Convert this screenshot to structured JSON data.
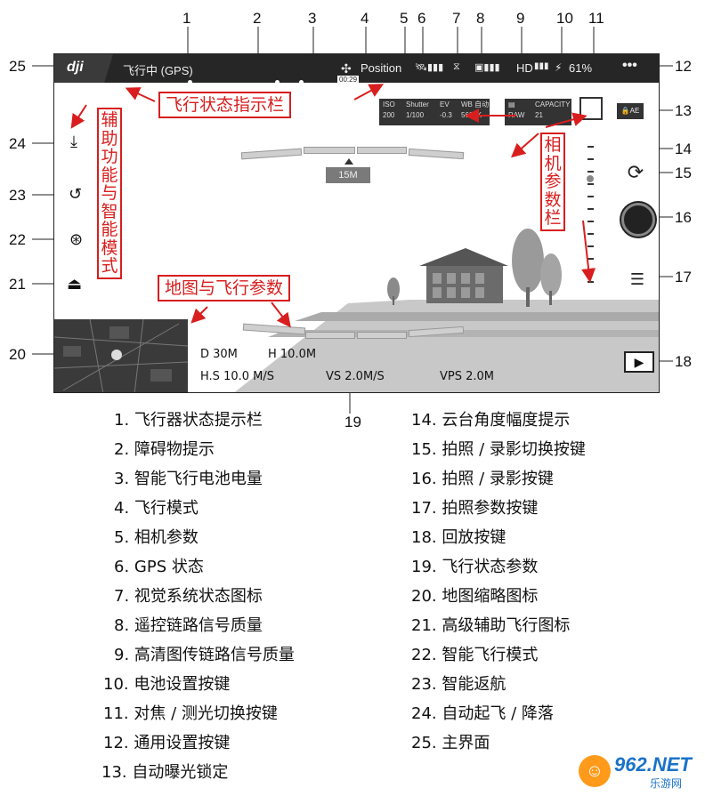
{
  "callout_numbers": [
    "1",
    "2",
    "3",
    "4",
    "5",
    "6",
    "7",
    "8",
    "9",
    "10",
    "11",
    "12",
    "13",
    "14",
    "15",
    "16",
    "17",
    "18",
    "19",
    "20",
    "21",
    "22",
    "23",
    "24",
    "25"
  ],
  "topbar": {
    "logo_text": "dji",
    "status": "飞行中 (GPS)",
    "timer": "00:29",
    "mode": "Position",
    "hd_label": "HD",
    "battery": "61%"
  },
  "camera": {
    "iso_label": "ISO",
    "iso": "200",
    "shutter_label": "Shutter",
    "shutter": "1/100",
    "ev_label": "EV",
    "ev": "-0.3",
    "wb_label": "WB 自动",
    "wb": "5600K",
    "format": "RAW",
    "capacity_label": "CAPACITY",
    "capacity": "21",
    "ae_label": "AE"
  },
  "annotations": {
    "flight_status_bar": "飞行状态指示栏",
    "assist_smart_modes": "辅助功能与智能模式",
    "camera_params_bar": "相机参数栏",
    "map_flight_params": "地图与飞行参数"
  },
  "obstacle_distance": "15M",
  "flight_params": {
    "d": "D 30M",
    "h": "H 10.0M",
    "hs": "H.S 10.0 M/S",
    "vs": "VS 2.0M/S",
    "vps": "VPS 2.0M"
  },
  "legend_left": [
    "1.  飞行器状态提示栏",
    "2.  障碍物提示",
    "3.  智能飞行电池电量",
    "4.  飞行模式",
    "5.  相机参数",
    "6.  GPS 状态",
    "7.  视觉系统状态图标",
    "8.  遥控链路信号质量",
    "9.  高清图传链路信号质量",
    "10. 电池设置按键",
    "11. 对焦 / 测光切换按键",
    "12. 通用设置按键",
    "13. 自动曝光锁定"
  ],
  "legend_right": [
    "14. 云台角度幅度提示",
    "15.  拍照 / 录影切换按键",
    "16. 拍照 / 录影按键",
    "17. 拍照参数按键",
    "18. 回放按键",
    "19. 飞行状态参数",
    "20. 地图缩略图标",
    "21. 高级辅助飞行图标",
    "22. 智能飞行模式",
    "23. 智能返航",
    "24. 自动起飞 / 降落",
    "25. 主界面"
  ],
  "watermark": {
    "main": "962.NET",
    "sub": "乐游网"
  }
}
